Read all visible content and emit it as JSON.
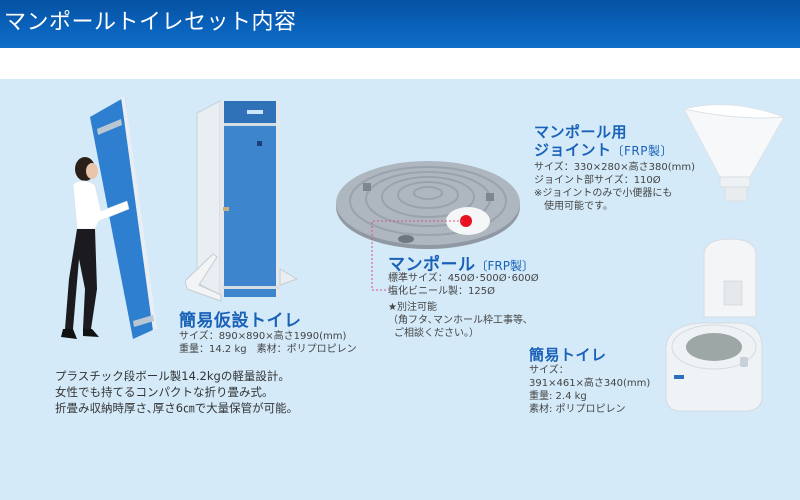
{
  "header": {
    "title": "マンポールトイレセット内容"
  },
  "colors": {
    "header_blue": "#0a63bc",
    "content_bg": "#d4eaf8",
    "heading_blue": "#1a62b8",
    "connector_pink": "#d6548a",
    "marker_red": "#e8101e"
  },
  "products": {
    "booth_toilet": {
      "title": "簡易仮設トイレ",
      "specs": [
        "サイズ：890×890×高さ1990(mm)",
        "重量：14.2 kg　素材：ポリプロピレン"
      ],
      "description": [
        "プラスチック段ボール製14.2kgの軽量設計。",
        "女性でも持てるコンパクトな折り畳み式。",
        "折畳み収納時厚さ､厚さ6㎝で大量保管が可能。"
      ]
    },
    "manpole": {
      "title": "マンポール",
      "title_suffix": "〔FRP製〕",
      "specs": [
        "標準サイズ：450Ø･500Ø･600Ø",
        "塩化ビニール製：125Ø"
      ],
      "note_title": "★別注可能",
      "note_lines": [
        "（角フタ､マンホール枠工事等､",
        "ご相談ください。）"
      ]
    },
    "joint": {
      "title_line1": "マンポール用",
      "title_line2": "ジョイント",
      "title_suffix": "〔FRP製〕",
      "specs": [
        "サイズ：330×280×高さ380(mm)",
        "ジョイント部サイズ：110Ø",
        "※ジョイントのみで小便器にも",
        "使用可能です。"
      ]
    },
    "portable_toilet": {
      "title": "簡易トイレ",
      "specs": [
        "サイズ：",
        "391×461×高さ340(mm)",
        "重量: 2.4 kg",
        "素材: ポリプロピレン"
      ]
    }
  }
}
